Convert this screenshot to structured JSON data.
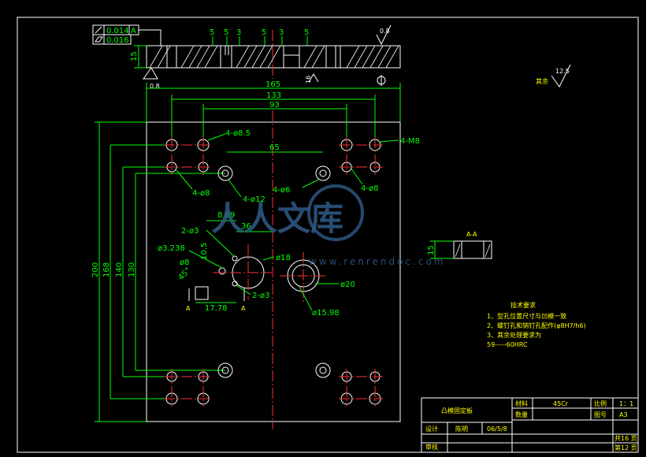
{
  "colors": {
    "background": "#000000",
    "outline": "#ffffff",
    "dimension": "#00ff00",
    "center_line": "#ff3030",
    "title_text": "#ffff00",
    "watermark": "#2f5b88"
  },
  "top_view": {
    "tolerance_parallel": "0.014",
    "tolerance_datum": "A",
    "tolerance_flatness": "0.016",
    "roughness_top": "0.8",
    "roughness_bottom": "0.8",
    "roughness_left": "0.8",
    "height_dim": "15",
    "depth_dims": [
      "5",
      "5",
      "3",
      "5",
      "3",
      "5"
    ],
    "pocket_dim": "16"
  },
  "roughness_other": {
    "label": "其余",
    "value": "12.5"
  },
  "dims": {
    "w165": "165",
    "w133": "133",
    "w93": "93",
    "w65": "65",
    "w36": "36",
    "d889": "8.89",
    "d3238": "ø3.238",
    "d8": "ø8",
    "a45": "45°",
    "d105": "10.5",
    "d1778": "17.78",
    "h200": "200",
    "h168": "168",
    "h140": "140",
    "h130": "130",
    "m8": "4-M8",
    "h85": "4-ø8.5",
    "h8a": "4-ø8",
    "h12": "4-ø12",
    "h6": "4-ø6",
    "h8b": "4-ø8",
    "h3a": "2-ø3",
    "h3b": "2-ø3",
    "h18": "ø18",
    "h20": "ø20",
    "h1598": "ø15.98"
  },
  "markers": {
    "a_left": "A",
    "a_right": "A"
  },
  "section": {
    "label": "A-A",
    "dim": "15"
  },
  "notes": {
    "title": "技术要求",
    "lines": [
      "1、型孔位置尺寸与凹模一致",
      "2、螺钉孔和销钉孔配作(φ8H7/h6)",
      "3、其余处理要求为",
      "59-----60HRC"
    ]
  },
  "title_block": {
    "name": "凸模固定板",
    "material_label": "材料",
    "material_value": "45Cr",
    "scale_label": "比例",
    "scale_value": "1：1",
    "qty_label": "数量",
    "drawing_no_label": "图号",
    "drawing_no_value": "A3",
    "design_label": "设计",
    "designer": "陈明",
    "date": "06/5/8",
    "check_label": "审核",
    "sheets_total": "共16 页",
    "sheet_no": "第12 页"
  },
  "watermark": {
    "main": "人人文库",
    "sub": "www.renrendoc.com"
  }
}
